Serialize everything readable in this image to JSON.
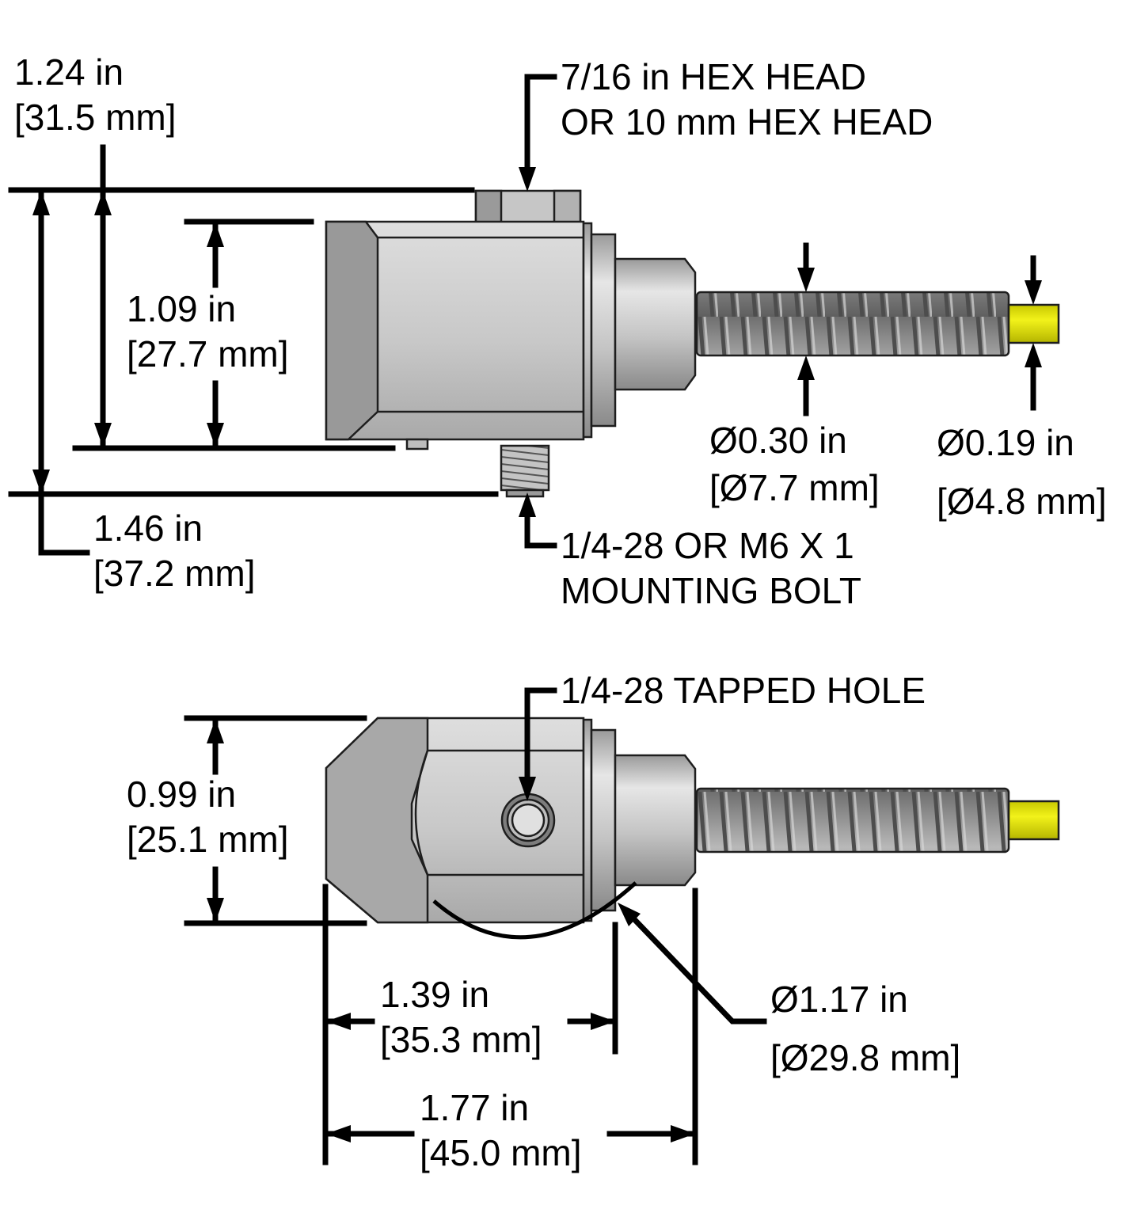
{
  "colors": {
    "body_light": "#d3d3d3",
    "body_mid": "#bdbdbd",
    "body_dark": "#8f8f8f",
    "cable_jacket": "#8a8a8a",
    "connector_yellow": "#e6e600",
    "line": "#000000"
  },
  "side_view": {
    "overall_height": {
      "in": "1.24 in",
      "mm": "[31.5 mm]"
    },
    "body_height": {
      "in": "1.09 in",
      "mm": "[27.7 mm]"
    },
    "height_with_bolt": {
      "in": "1.46 in",
      "mm": "[37.2 mm]"
    },
    "hex_head": {
      "line1": "7/16 in HEX HEAD",
      "line2": "OR 10 mm HEX HEAD"
    },
    "mounting_bolt": {
      "line1": "1/4-28 OR M6 X 1",
      "line2": "MOUNTING BOLT"
    },
    "cable_diameter": {
      "in": "Ø0.30 in",
      "mm": "[Ø7.7 mm]"
    },
    "lead_diameter": {
      "in": "Ø0.19 in",
      "mm": "[Ø4.8 mm]"
    }
  },
  "top_view": {
    "tapped_hole": "1/4-28 TAPPED HOLE",
    "body_width": {
      "in": "0.99 in",
      "mm": "[25.1 mm]"
    },
    "body_length": {
      "in": "1.39 in",
      "mm": "[35.3 mm]"
    },
    "overall_length": {
      "in": "1.77 in",
      "mm": "[45.0 mm]"
    },
    "swing_diameter": {
      "in": "Ø1.17 in",
      "mm": "[Ø29.8 mm]"
    }
  }
}
